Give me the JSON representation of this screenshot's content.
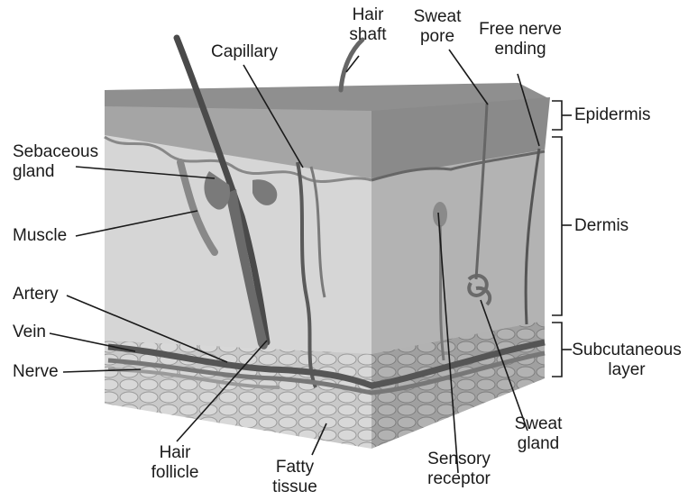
{
  "labels": {
    "hair_shaft": [
      "Hair",
      "shaft"
    ],
    "sweat_pore": [
      "Sweat",
      "pore"
    ],
    "free_nerve_ending": [
      "Free nerve",
      "ending"
    ],
    "capillary": [
      "Capillary"
    ],
    "epidermis": [
      "Epidermis"
    ],
    "sebaceous_gland": [
      "Sebaceous",
      "gland"
    ],
    "muscle": [
      "Muscle"
    ],
    "dermis": [
      "Dermis"
    ],
    "artery": [
      "Artery"
    ],
    "vein": [
      "Vein"
    ],
    "nerve": [
      "Nerve"
    ],
    "subcutaneous_layer": [
      "Subcutaneous",
      "layer"
    ],
    "sweat_gland": [
      "Sweat",
      "gland"
    ],
    "hair_follicle": [
      "Hair",
      "follicle"
    ],
    "fatty_tissue": [
      "Fatty",
      "tissue"
    ],
    "sensory_receptor": [
      "Sensory",
      "receptor"
    ]
  },
  "colors": {
    "epidermis_top": "#8f8f8f",
    "epidermis_front": "#a5a5a5",
    "dermis_front": "#d6d6d6",
    "dermis_side": "#b3b3b3",
    "subcutaneous_front": "#c4c4c4",
    "subcutaneous_side": "#9e9e9e",
    "vessel": "#555555",
    "leader_line": "#1a1a1a"
  }
}
